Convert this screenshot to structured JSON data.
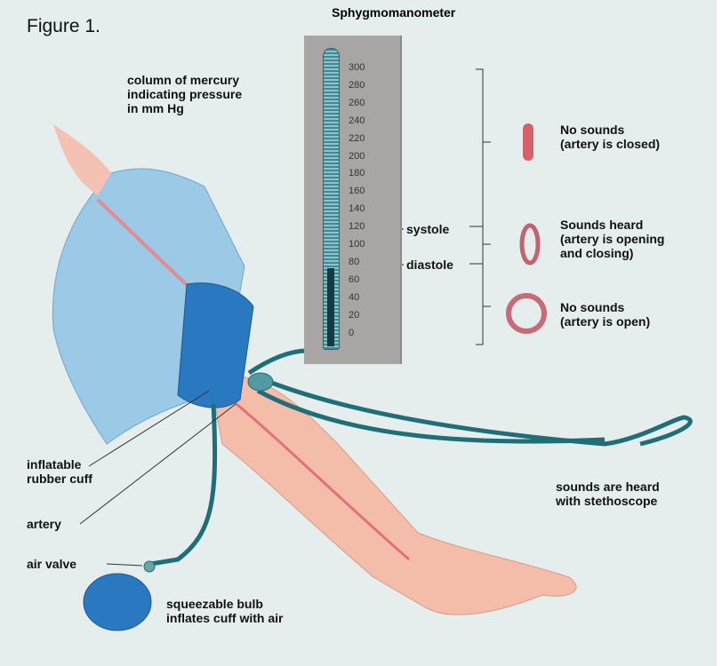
{
  "figure_title": "Figure 1.",
  "manometer": {
    "title": "Sphygmomanometer",
    "scale": [
      "300",
      "280",
      "260",
      "240",
      "220",
      "200",
      "180",
      "160",
      "140",
      "120",
      "100",
      "80",
      "60",
      "40",
      "20",
      "0"
    ],
    "mercury_level_mmHg": 80,
    "systole_mmHg": 120,
    "diastole_mmHg": 80
  },
  "labels": {
    "mercury": "column of mercury\nindicating pressure\nin mm Hg",
    "systole": "systole",
    "diastole": "diastole",
    "cuff": "inflatable\nrubber cuff",
    "artery": "artery",
    "valve": "air valve",
    "bulb": "squeezable bulb\ninflates cuff with air",
    "stethoscope": "sounds are heard\nwith stethoscope"
  },
  "artery_states": [
    {
      "title": "No sounds",
      "desc": "(artery is closed)"
    },
    {
      "title": "Sounds heard",
      "desc": "(artery is opening\nand closing)"
    },
    {
      "title": "No sounds",
      "desc": "(artery is open)"
    }
  ],
  "colors": {
    "background": "#e5eded",
    "artery": "#d9606a",
    "tube": "#1f6f78",
    "cuff": "#2a78c0"
  }
}
